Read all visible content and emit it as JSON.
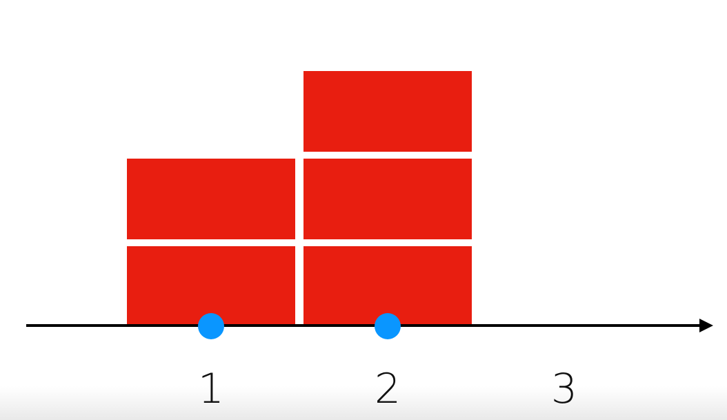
{
  "diagram": {
    "stacks": [
      {
        "position": 1,
        "blocks": 2
      },
      {
        "position": 2,
        "blocks": 3
      },
      {
        "position": 3,
        "blocks": 0
      }
    ],
    "axis_labels": [
      "1",
      "2",
      "3"
    ],
    "colors": {
      "block": "#e81e10",
      "dot": "#0a96ff",
      "axis": "#000000",
      "label": "#111111"
    }
  }
}
